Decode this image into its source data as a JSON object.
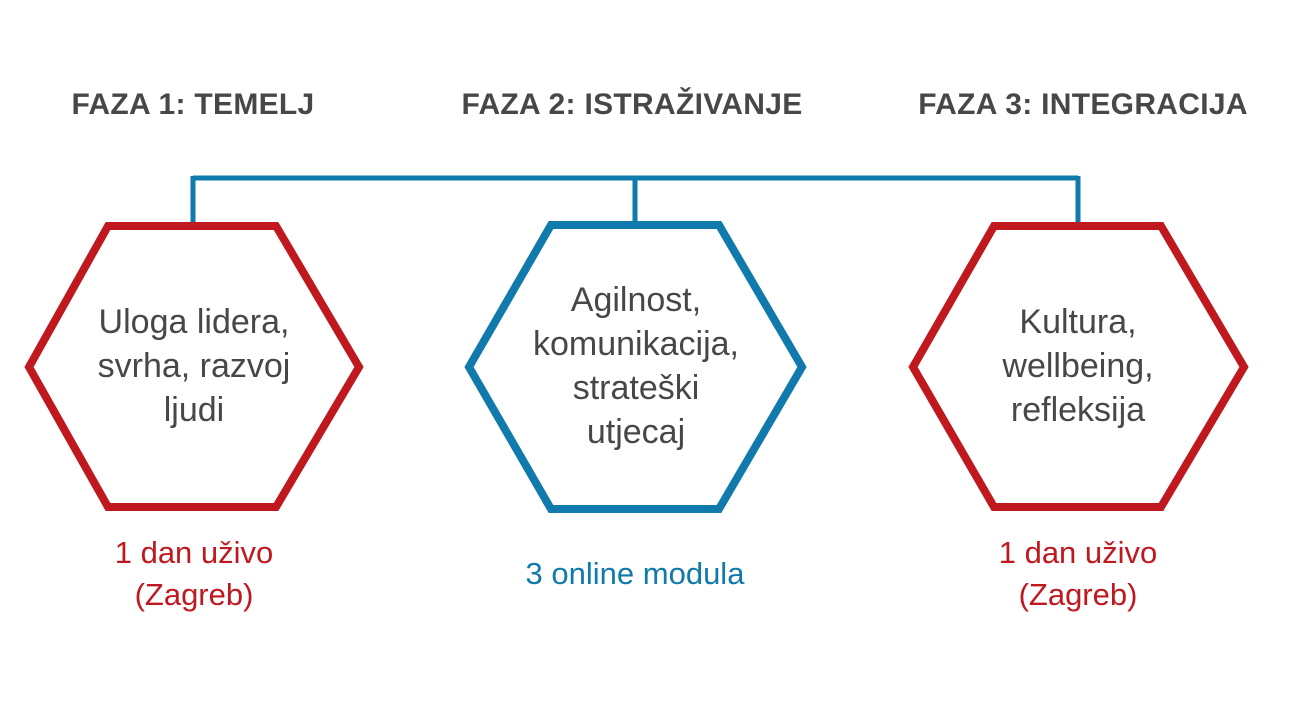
{
  "colors": {
    "red": "#c0181f",
    "blue": "#0f7aab",
    "text": "#474747"
  },
  "phases": [
    {
      "title": "FAZA 1: TEMELJ",
      "topic_lines": [
        "Uloga lidera,",
        "svrha, razvoj",
        "ljudi"
      ],
      "format_lines": [
        "1 dan uživo",
        "(Zagreb)"
      ],
      "color": "red"
    },
    {
      "title": "FAZA 2: ISTRAŽIVANJE",
      "topic_lines": [
        "Agilnost,",
        "komunikacija,",
        "strateški",
        "utjecaj"
      ],
      "format_lines": [
        "3 online modula"
      ],
      "color": "blue"
    },
    {
      "title": "FAZA 3: INTEGRACIJA",
      "topic_lines": [
        "Kultura,",
        "wellbeing,",
        "refleksija"
      ],
      "format_lines": [
        "1 dan uživo",
        "(Zagreb)"
      ],
      "color": "red"
    }
  ]
}
